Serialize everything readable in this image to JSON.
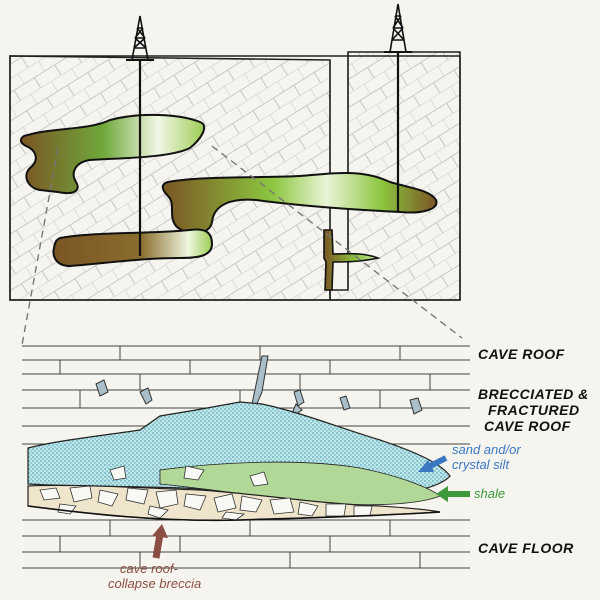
{
  "labels": {
    "cave_roof": "CAVE ROOF",
    "brecciated_1": "BRECCIATED &",
    "brecciated_2": "FRACTURED",
    "brecciated_3": "CAVE ROOF",
    "sand_1": "sand and/or",
    "sand_2": "crystal silt",
    "shale": "shale",
    "breccia_1": "cave roof-",
    "breccia_2": "collapse breccia",
    "cave_floor": "CAVE FLOOR"
  },
  "colors": {
    "background": "#f6f4ee",
    "outline": "#111111",
    "brick": "#c9c9c9",
    "cave_green": "#8cc63f",
    "cave_brown": "#7a5524",
    "sand": "#a9dde0",
    "sand_dots": "#2f8fa6",
    "shale": "#b2d897",
    "breccia_fill": "#efe4cc",
    "sand_arrow": "#3a78c2",
    "shale_arrow": "#3c9a3c",
    "breccia_arrow": "#8b4e44"
  }
}
